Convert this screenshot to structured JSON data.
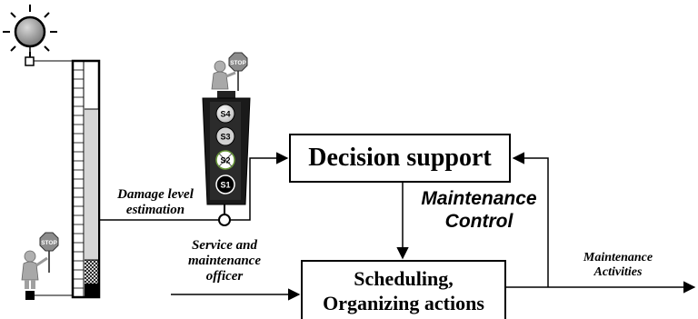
{
  "boxes": {
    "decision_support": "Decision support",
    "scheduling_line1": "Scheduling,",
    "scheduling_line2": "Organizing actions"
  },
  "labels": {
    "damage_line1": "Damage level",
    "damage_line2": "estimation",
    "maintenance_control_line1": "Maintenance",
    "maintenance_control_line2": "Control",
    "service_line1": "Service and",
    "service_line2": "maintenance",
    "service_line3": "officer",
    "activities_line1": "Maintenance",
    "activities_line2": "Activities"
  },
  "traffic_light": {
    "states": [
      "S4",
      "S3",
      "S2",
      "S1"
    ]
  },
  "signs": {
    "stop_text": "STOP"
  },
  "colors": {
    "ink": "#000000",
    "sun": "#9a9a9a",
    "light_panel": "#d9d9d9",
    "figure": "#a8a8a8",
    "stop_sign": "#8c8c8c"
  }
}
